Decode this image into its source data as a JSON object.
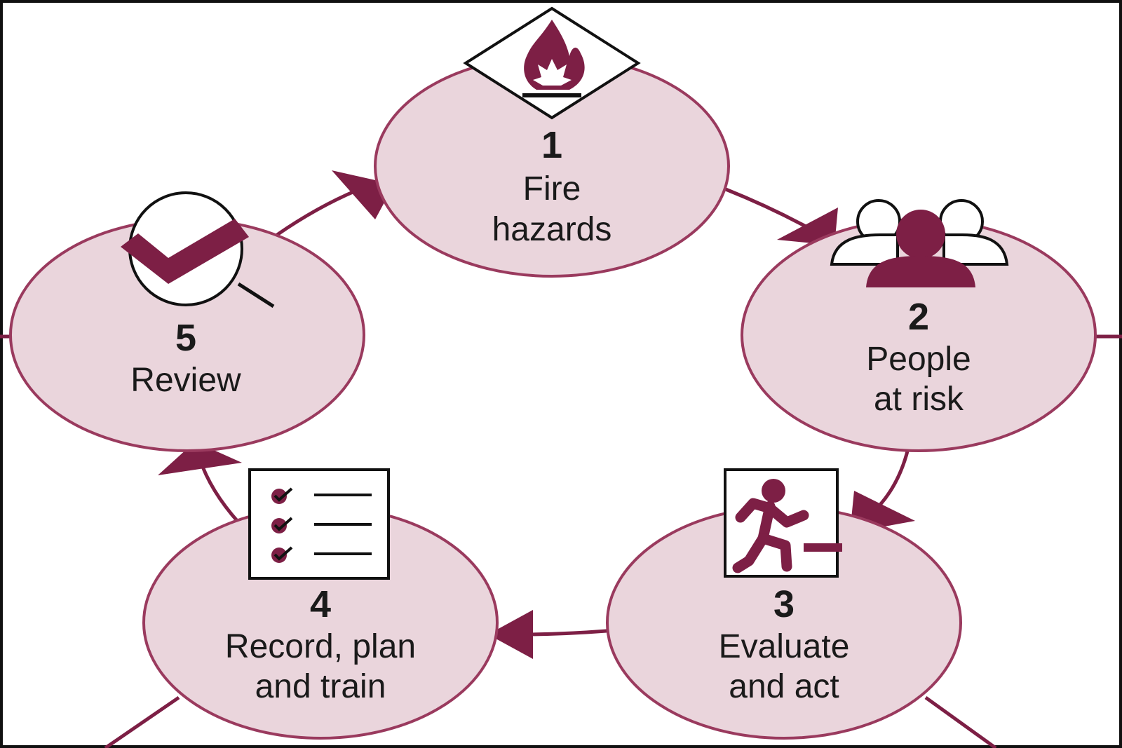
{
  "colors": {
    "accent": "#7d1f45",
    "fill": "#ead5dc",
    "outline": "#9a3a5e",
    "text": "#1a1a1a",
    "frame": "#111111"
  },
  "steps": [
    {
      "number": "1",
      "line1": "Fire",
      "line2": "hazards",
      "icon": "fire-hazard-icon"
    },
    {
      "number": "2",
      "line1": "People",
      "line2": "at risk",
      "icon": "people-icon"
    },
    {
      "number": "3",
      "line1": "Evaluate",
      "line2": "and act",
      "icon": "running-exit-icon"
    },
    {
      "number": "4",
      "line1": "Record, plan",
      "line2": "and train",
      "icon": "checklist-icon"
    },
    {
      "number": "5",
      "line1": "Review",
      "line2": "",
      "icon": "review-check-icon"
    }
  ]
}
